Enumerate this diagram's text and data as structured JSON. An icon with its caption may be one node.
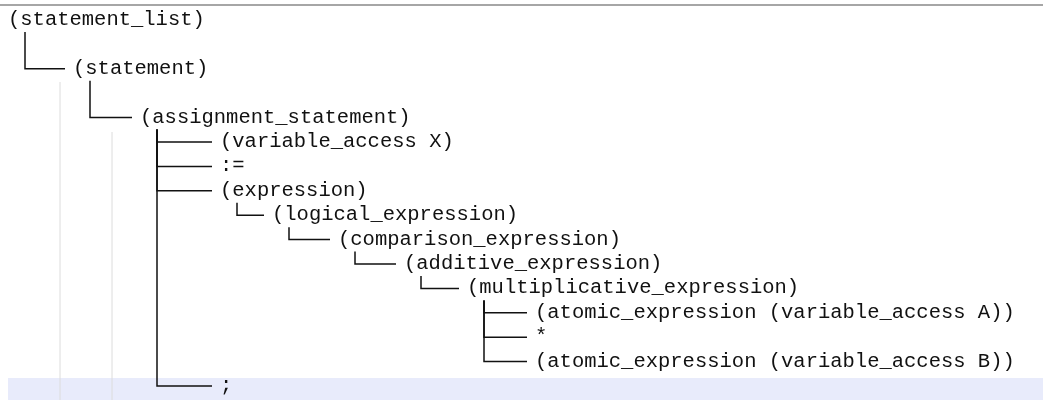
{
  "diagram": {
    "nodes": [
      {
        "text": [
          "(statement_list)"
        ]
      },
      {
        "text": [
          "(statement)"
        ]
      },
      {
        "text": [
          "(assignment_statement)"
        ]
      },
      {
        "text": [
          "(variable_access X)"
        ]
      },
      {
        "text": [
          ":="
        ]
      },
      {
        "text": [
          "(expression)"
        ]
      },
      {
        "text": [
          "(logical_expression)"
        ]
      },
      {
        "text": [
          "(comparison_expression)"
        ]
      },
      {
        "text": [
          "(additive_expression)"
        ]
      },
      {
        "text": [
          "(multiplicative_expression)"
        ]
      },
      {
        "text": [
          "(atomic_expression (variable_access A))"
        ]
      },
      {
        "text": [
          "*"
        ]
      },
      {
        "text": [
          "(atomic_expression (variable_access B))"
        ]
      },
      {
        "text": [
          ";"
        ]
      }
    ],
    "edges": [
      {
        "from": 0,
        "to": 1,
        "arrow": "none"
      },
      {
        "from": 1,
        "to": 2,
        "arrow": "none"
      },
      {
        "from": 2,
        "to": 3,
        "arrow": "none"
      },
      {
        "from": 2,
        "to": 4,
        "arrow": "none"
      },
      {
        "from": 2,
        "to": 5,
        "arrow": "none"
      },
      {
        "from": 2,
        "to": 13,
        "arrow": "none"
      },
      {
        "from": 5,
        "to": 6,
        "arrow": "none"
      },
      {
        "from": 6,
        "to": 7,
        "arrow": "none"
      },
      {
        "from": 7,
        "to": 8,
        "arrow": "none"
      },
      {
        "from": 8,
        "to": 9,
        "arrow": "none"
      },
      {
        "from": 9,
        "to": 10,
        "arrow": "none"
      },
      {
        "from": 9,
        "to": 11,
        "arrow": "none"
      },
      {
        "from": 9,
        "to": 12,
        "arrow": "none"
      }
    ]
  }
}
